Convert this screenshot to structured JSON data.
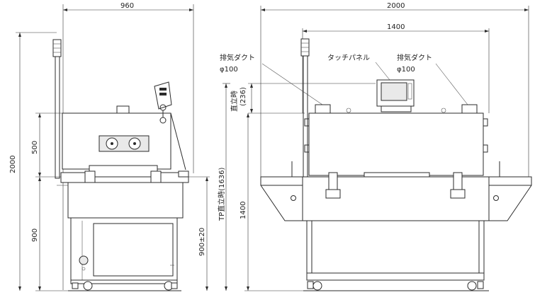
{
  "dimensions": {
    "side_width": "960",
    "front_width": "2000",
    "front_inner_width": "1400",
    "total_height": "2000",
    "upper_height": "500",
    "lower_height": "900",
    "table_height": "900±20",
    "tp_upright_height": "TP直立時(1636)",
    "upright_label": "直立時",
    "upright_height": "(236)",
    "front_height": "1400"
  },
  "labels": {
    "exhaust_duct_left": "排気ダクト",
    "exhaust_diameter_left": "φ100",
    "touch_panel": "タッチパネル",
    "exhaust_duct_right": "排気ダクト",
    "exhaust_diameter_right": "φ100"
  }
}
